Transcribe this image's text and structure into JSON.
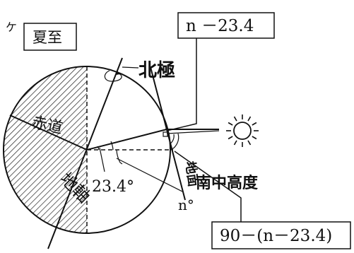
{
  "question_mark": "ケ",
  "season_label": "夏至",
  "top_formula": "n －23.4",
  "north_pole": "北極",
  "equator": "赤道",
  "earth_axis": "地軸",
  "ground": "地面",
  "south_culmination": "南中高度",
  "tilt_angle": "23.4°",
  "latitude": "n°",
  "bottom_formula": "90－(n－23.4)",
  "colors": {
    "ink": "#111111",
    "hatch": "#222222",
    "background": "#ffffff"
  },
  "icons": [
    "sun-icon",
    "rotation-arrow-icon"
  ]
}
